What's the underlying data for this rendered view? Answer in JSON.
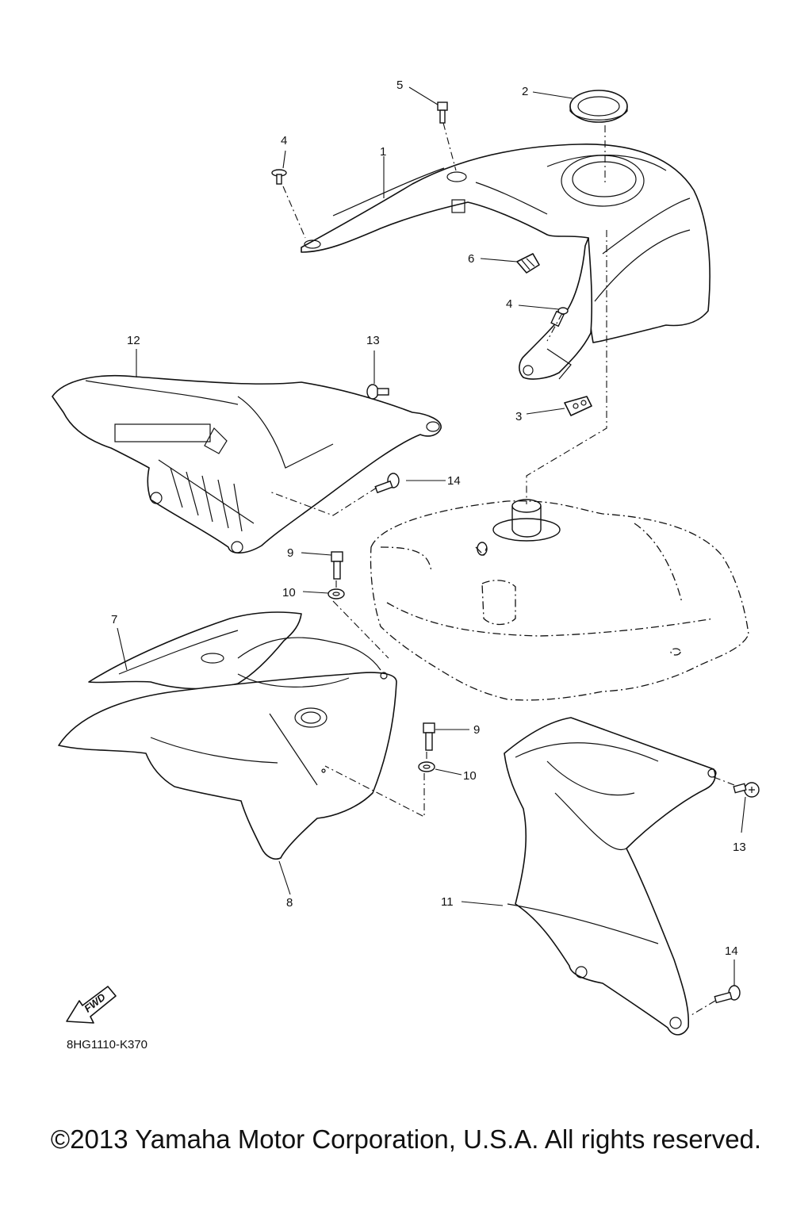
{
  "diagram": {
    "code": "8HG1110-K370",
    "copyright": "©2013 Yamaha Motor Corporation, U.S.A. All rights reserved.",
    "fwd_label": "FWD",
    "callouts": [
      "1",
      "2",
      "3",
      "4",
      "4",
      "5",
      "6",
      "7",
      "8",
      "9",
      "9",
      "10",
      "10",
      "11",
      "12",
      "13",
      "13",
      "14",
      "14"
    ]
  }
}
